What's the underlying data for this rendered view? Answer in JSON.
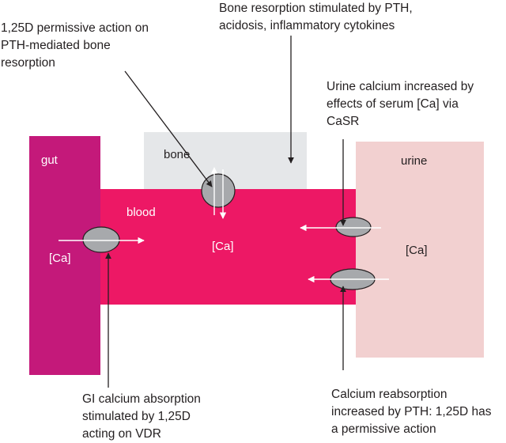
{
  "compartments": {
    "gut": {
      "label": "gut",
      "color": "#c4197a",
      "concentration": "[Ca]"
    },
    "bone": {
      "label": "bone",
      "color": "#e5e7e9"
    },
    "blood": {
      "label": "blood",
      "color": "#ed1865",
      "concentration": "[Ca]"
    },
    "urine": {
      "label": "urine",
      "color": "#f2d0d0",
      "concentration": "[Ca]"
    }
  },
  "annotations": {
    "bone_permissive": "1,25D permissive action on\nPTH-mediated bone\nresorption",
    "bone_resorption": "Bone resorption stimulated by PTH,\nacidosis, inflammatory cytokines",
    "urine_casr": "Urine calcium increased by\neffects of serum [Ca] via\nCaSR",
    "gi_absorption": "GI calcium absorption\nstimulated by 1,25D\nacting on VDR",
    "reabsorption": "Calcium reabsorption\nincreased by PTH: 1,25D has\na permissive action"
  },
  "colors": {
    "transporter_fill": "#a7a9ac",
    "flux_arrow": "#ffffff",
    "pointer_line": "#231f20"
  }
}
